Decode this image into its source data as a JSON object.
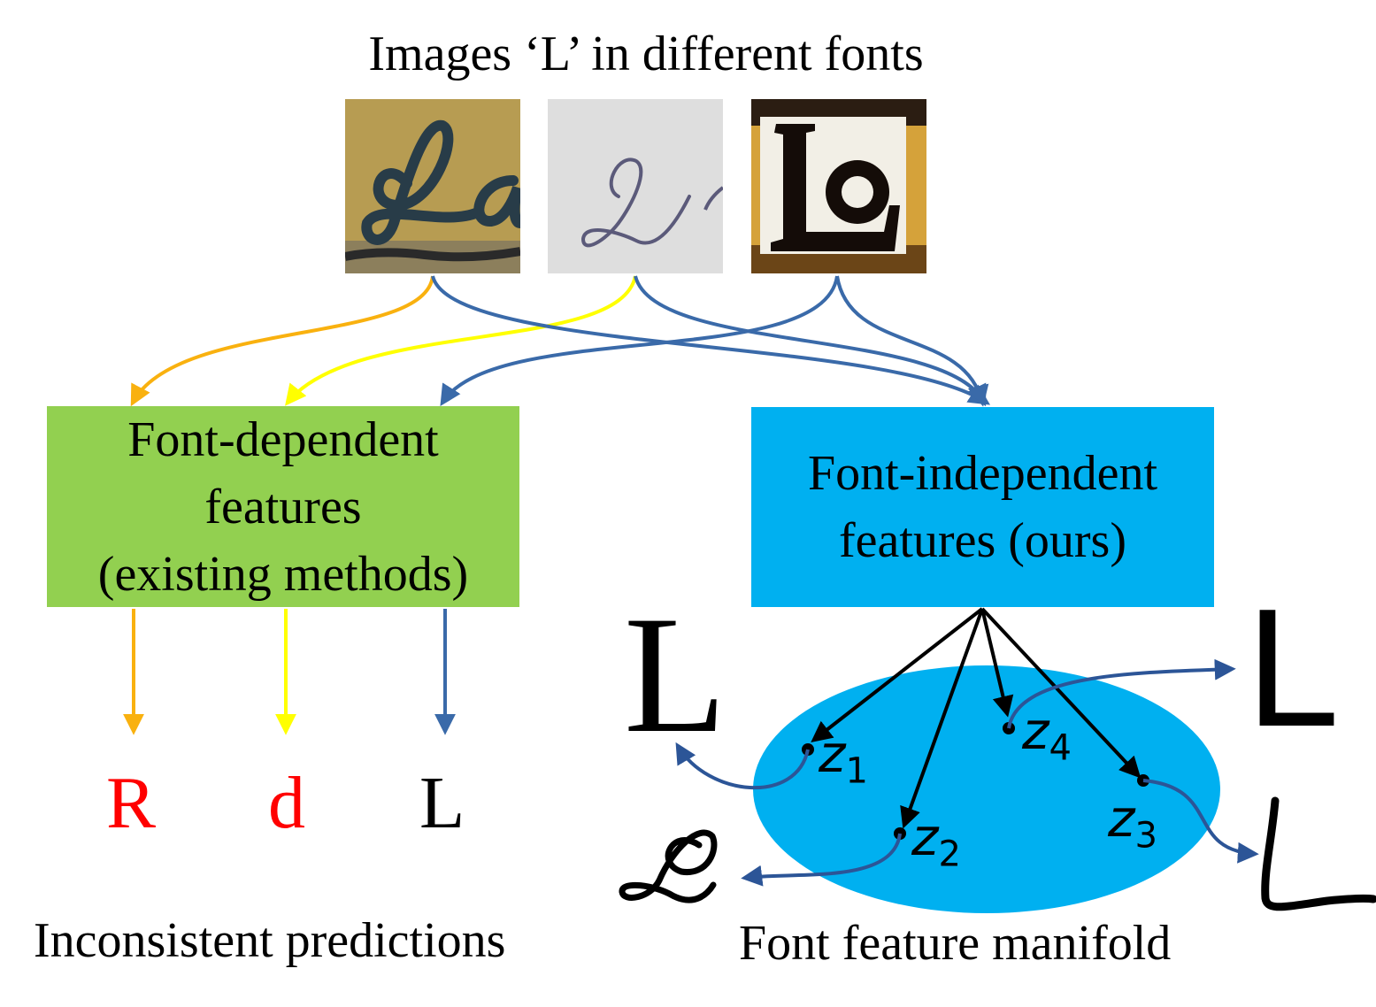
{
  "title": "Images ‘L’ in different fonts",
  "colors": {
    "orange": "#f9b10f",
    "yellow": "#ffff00",
    "blue_arrow": "#3a6aa9",
    "dark_blue_arrow": "#2c5597",
    "green_box": "#92d050",
    "blue_box": "#00b0f0",
    "manifold": "#00b0f0",
    "red": "#ff0000"
  },
  "images": [
    {
      "name": "script-la-sign",
      "icon": "script-L-image"
    },
    {
      "name": "handwritten-L",
      "icon": "handwritten-L-image"
    },
    {
      "name": "bold-Lo-sign",
      "icon": "bold-L-image"
    }
  ],
  "left_box": {
    "line1": "Font-dependent",
    "line2": "features",
    "line3": "(existing methods)"
  },
  "right_box": {
    "line1": "Font-independent",
    "line2": "features (ours)"
  },
  "predictions": [
    "R",
    "d",
    "L"
  ],
  "left_caption": "Inconsistent predictions",
  "right_caption": "Font feature manifold",
  "manifold_points": [
    {
      "var": "z",
      "sub": "1"
    },
    {
      "var": "z",
      "sub": "2"
    },
    {
      "var": "z",
      "sub": "3"
    },
    {
      "var": "z",
      "sub": "4"
    }
  ],
  "generated_glyphs": [
    {
      "name": "serif-L-glyph",
      "text": "L"
    },
    {
      "name": "sans-L-glyph",
      "text": "L"
    },
    {
      "name": "script-L-glyph",
      "text": ""
    },
    {
      "name": "brush-L-glyph",
      "text": ""
    }
  ]
}
